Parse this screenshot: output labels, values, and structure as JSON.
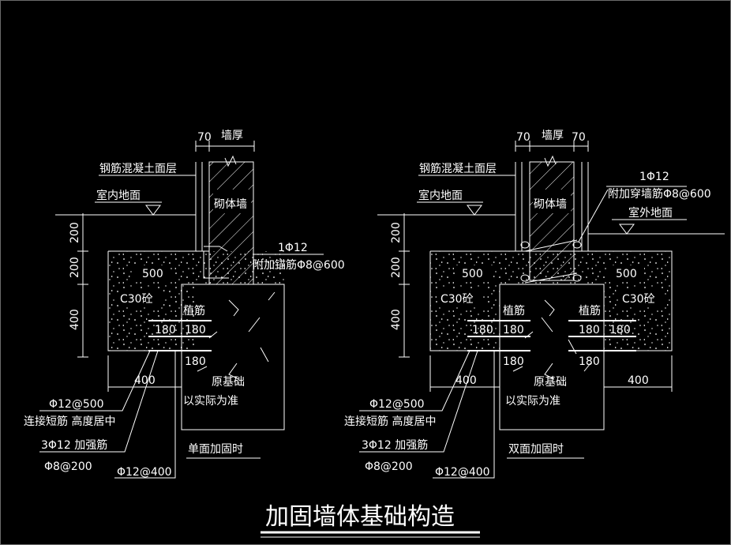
{
  "title": "加固墙体基础构造",
  "left": {
    "caption": "单面加固时",
    "dims": {
      "d70": "70",
      "wall": "墙厚",
      "h200a": "200",
      "h200b": "200",
      "h400": "400",
      "w500": "500",
      "w400": "400",
      "a180": "180",
      "b180": "180",
      "c180": "180"
    },
    "labels": {
      "surface": "钢筋混凝土面层",
      "indoor": "室内地面",
      "masonry": "砌体墙",
      "c30": "C30砼",
      "plant": "植筋",
      "base1": "原基础",
      "base2": "以实际为准",
      "rebar1": "1Φ12",
      "anchor": "附加锚筋Φ8@600",
      "note1a": "Φ12@500",
      "note1b": "连接短筋 高度居中",
      "note2a": "3Φ12 加强筋",
      "note2b": "Φ8@200",
      "note3": "Φ12@400"
    }
  },
  "right": {
    "caption": "双面加固时",
    "dims": {
      "d70a": "70",
      "wall": "墙厚",
      "d70b": "70",
      "h200a": "200",
      "h200b": "200",
      "h400": "400",
      "w500a": "500",
      "w500b": "500",
      "w400": "400",
      "w400b": "400",
      "a180": "180",
      "b180": "180",
      "c180": "180",
      "d180": "180",
      "e180": "180"
    },
    "labels": {
      "surface": "钢筋混凝土面层",
      "indoor": "室内地面",
      "outdoor": "室外地面",
      "masonry": "砌体墙",
      "c30a": "C30砼",
      "c30b": "C30砼",
      "plant1": "植筋",
      "plant2": "植筋",
      "base1": "原基础",
      "base2": "以实际为准",
      "rebar1": "1Φ12",
      "anchor": "附加穿墙筋Φ8@600",
      "note1a": "Φ12@500",
      "note1b": "连接短筋 高度居中",
      "note2a": "3Φ12 加强筋",
      "note2b": "Φ8@200",
      "note3": "Φ12@400"
    }
  },
  "colors": {
    "background": "#000000",
    "line": "#ffffff",
    "frame": "#6a6a6a"
  }
}
